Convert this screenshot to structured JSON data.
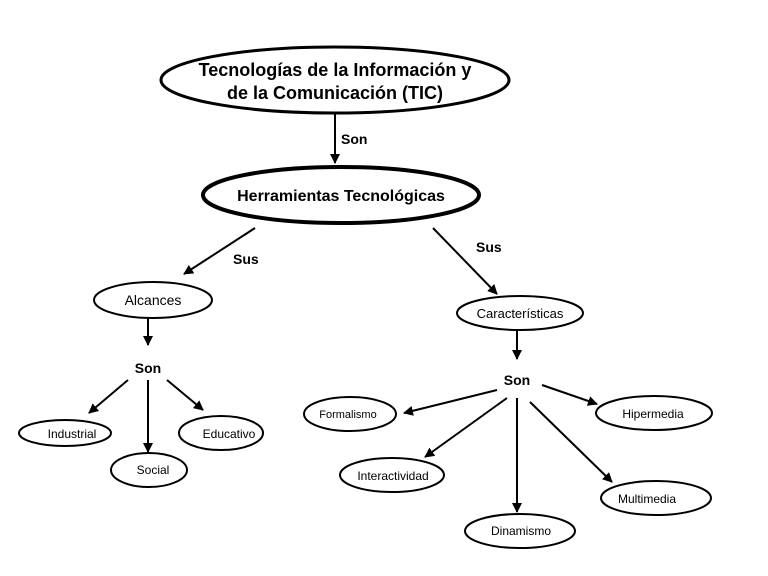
{
  "title_node": {
    "line1": "Tecnologías de la Información y",
    "line2": "de la Comunicación (TIC)"
  },
  "links": {
    "son_top": "Son",
    "sus_left": "Sus",
    "sus_right": "Sus",
    "son_left": "Son",
    "son_right": "Son"
  },
  "nodes": {
    "herramientas": "Herramientas Tecnológicas",
    "alcances": "Alcances",
    "caracteristicas": "Características",
    "industrial": "Industrial",
    "social": "Social",
    "educativo": "Educativo",
    "formalismo": "Formalismo",
    "interactividad": "Interactividad",
    "dinamismo": "Dinamismo",
    "multimedia": "Multimedia",
    "hipermedia": "Hipermedia"
  }
}
